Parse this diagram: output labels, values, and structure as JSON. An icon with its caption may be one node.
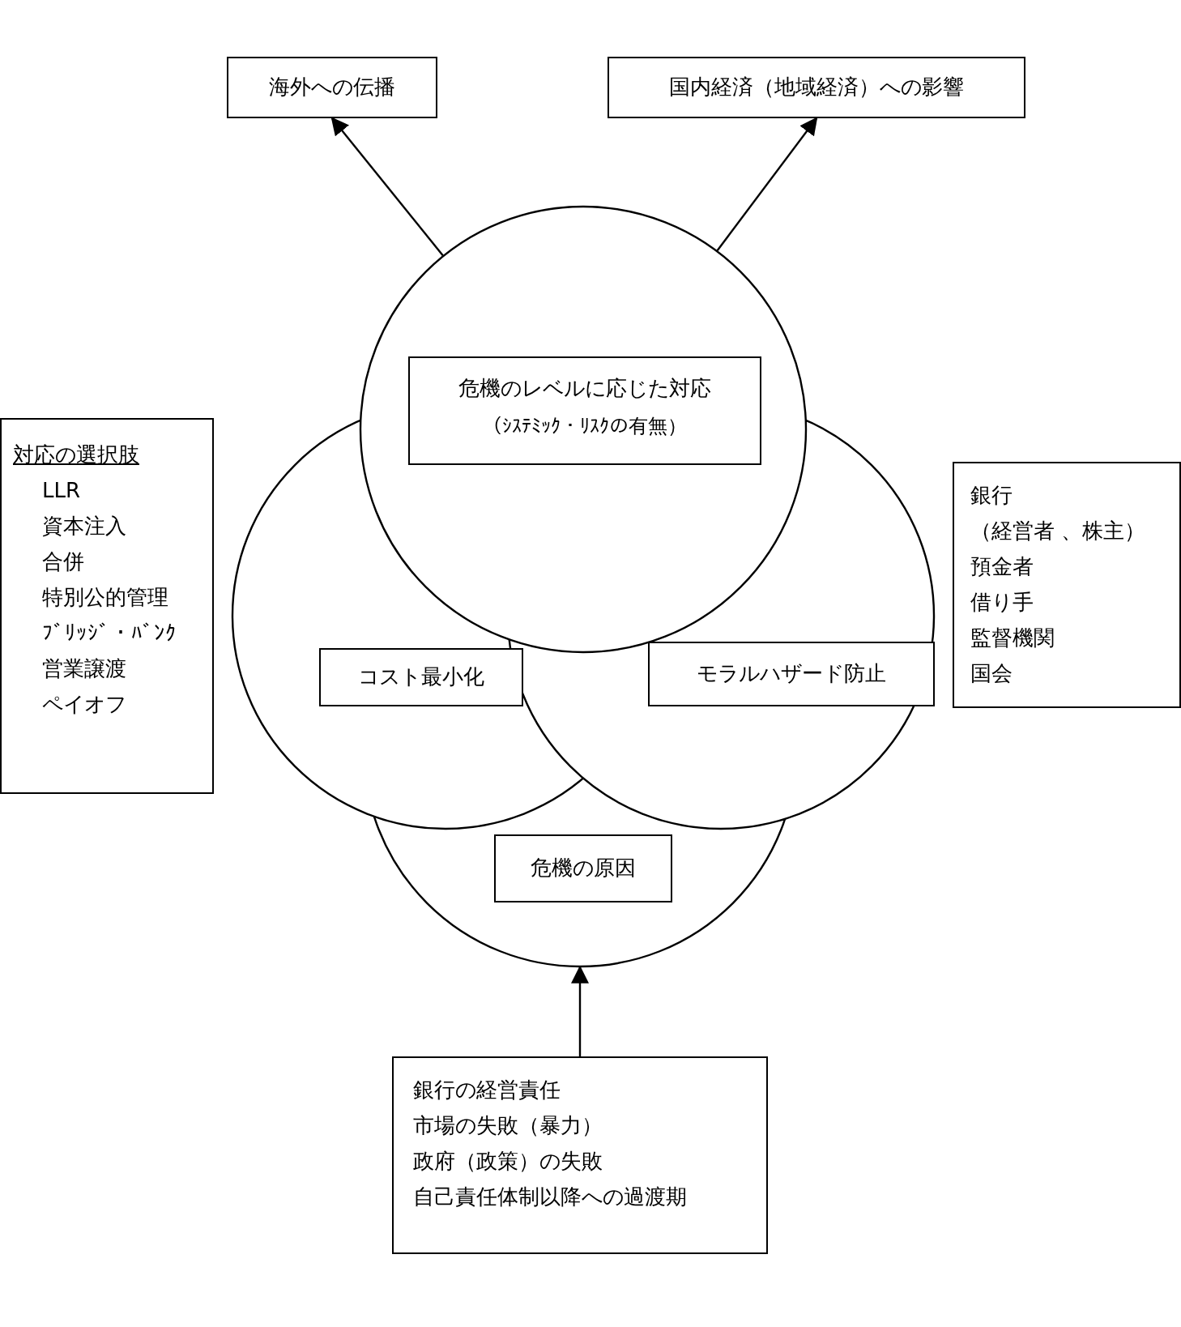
{
  "diagram": {
    "nodes": [
      {
        "text": [
          "海外への伝播"
        ]
      },
      {
        "text": [
          "国内経済（地域経済）への影響"
        ]
      },
      {
        "text": [],
        "shape": "circle"
      },
      {
        "text": [
          "危機のレベルに応じた対応",
          "（ｼｽﾃﾐｯｸ・ﾘｽｸの有無）"
        ],
        "in": 2
      },
      {
        "text": [
          "対応の選択肢",
          "LLR",
          "資本注入",
          "合併",
          "特別公的管理",
          "ﾌﾞﾘｯｼﾞ・ﾊﾞﾝｸ",
          "営業譲渡",
          "ペイオフ"
        ]
      },
      {
        "text": [],
        "shape": "circle"
      },
      {
        "text": [],
        "shape": "circle"
      },
      {
        "text": [
          "銀行",
          "（経営者 、株主）",
          "預金者",
          "借り手",
          "監督機関",
          "国会"
        ]
      },
      {
        "text": [
          "コスト最小化"
        ],
        "in": 5
      },
      {
        "text": [
          "モラルハザード防止"
        ],
        "in": 6
      },
      {
        "text": [],
        "shape": "circle"
      },
      {
        "text": [
          "危機の原因"
        ],
        "in": 10
      },
      {
        "text": [
          "銀行の経営責任",
          "市場の失敗（暴力）",
          "政府（政策）の失敗",
          "自己責任体制以降への過渡期"
        ]
      }
    ],
    "edges": [
      {
        "from": 2,
        "to": 0,
        "arrow": "to"
      },
      {
        "from": 2,
        "to": 1,
        "arrow": "to"
      },
      {
        "from": 12,
        "to": 10,
        "arrow": "to"
      }
    ]
  }
}
